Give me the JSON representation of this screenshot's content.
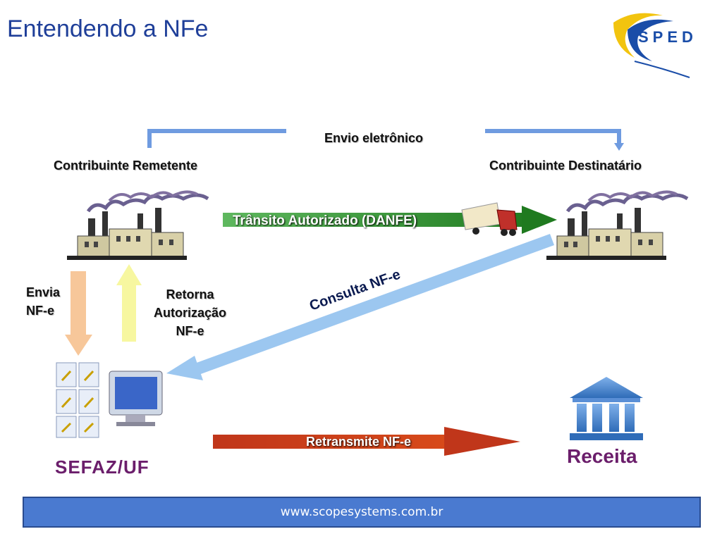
{
  "header": {
    "title": "Entendendo a NFe",
    "logo_text": "SPED"
  },
  "diagram": {
    "envio_eletronico": "Envio eletrônico",
    "remetente": "Contribuinte Remetente",
    "destinatario": "Contribuinte Destinatário",
    "transito": "Trânsito Autorizado (DANFE)",
    "envia_line1": "Envia",
    "envia_line2": "NF-e",
    "retorna_line1": "Retorna",
    "retorna_line2": "Autorização",
    "retorna_line3": "NF-e",
    "consulta": "Consulta NF-e",
    "retransmite": "Retransmite NF-e",
    "sefaz": "SEFAZ/UF",
    "receita": "Receita"
  },
  "footer": {
    "url": "www.scopesystems.com.br"
  },
  "colors": {
    "title": "#1f3f99",
    "connector": "#6f9be0",
    "transito_arrow": "#2e8b2e",
    "retransmite_arrow": "#c0361a",
    "envia_arrow": "#f7c79a",
    "retorna_arrow": "#f7f7a0",
    "consulta_arrow": "#9cc7f0",
    "footer_bg": "#4a7ad0"
  }
}
